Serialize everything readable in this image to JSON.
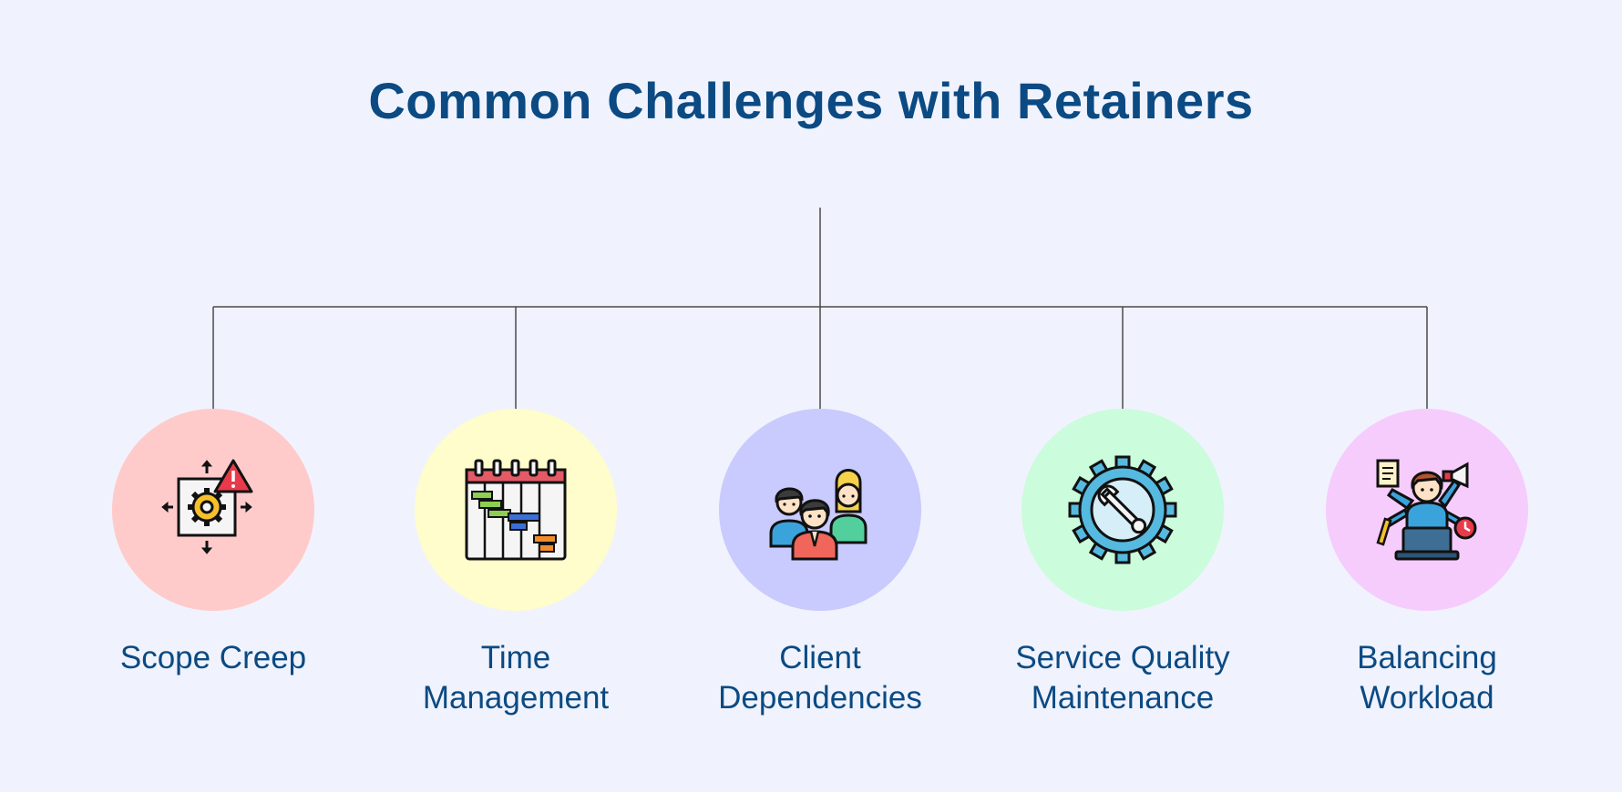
{
  "title": "Common Challenges with Retainers",
  "nodes": [
    {
      "label_lines": [
        "Scope Creep"
      ],
      "icon": "gear-warning-icon",
      "color": "#ffcaca"
    },
    {
      "label_lines": [
        "Time",
        "Management"
      ],
      "icon": "gantt-calendar-icon",
      "color": "#fefdcb"
    },
    {
      "label_lines": [
        "Client",
        "Dependencies"
      ],
      "icon": "people-group-icon",
      "color": "#c9cafd"
    },
    {
      "label_lines": [
        "Service Quality",
        "Maintenance"
      ],
      "icon": "gear-wrench-icon",
      "color": "#cbfcdb"
    },
    {
      "label_lines": [
        "Balancing",
        "Workload"
      ],
      "icon": "multitasking-person-icon",
      "color": "#f6ccfd"
    }
  ],
  "colors": {
    "title": "#0b4a83",
    "connector": "#4a4a4a",
    "background": "#f0f3fd"
  }
}
